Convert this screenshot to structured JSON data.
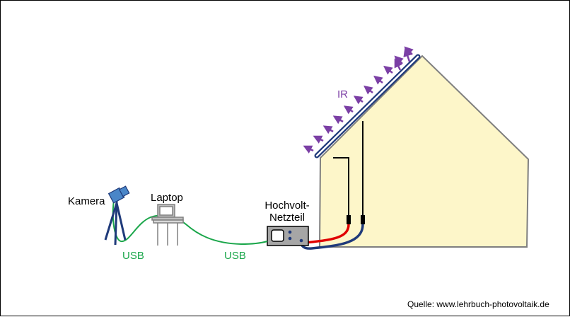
{
  "labels": {
    "camera": "Kamera",
    "laptop": "Laptop",
    "psu_line1": "Hochvolt-",
    "psu_line2": "Netzteil",
    "usb_left": "USB",
    "usb_right": "USB",
    "ir": "IR",
    "source": "Quelle: www.lehrbuch-photovoltaik.de"
  },
  "colors": {
    "house_fill": "#fdf6c9",
    "house_stroke": "#7f7f7f",
    "panel_blue": "#1f3a7a",
    "usb_green": "#1aa64a",
    "ir_purple": "#7b3fa5",
    "cable_red": "#e00000",
    "cable_navy": "#1f3a7a",
    "device_gray": "#a6a6a6",
    "camera_blue": "#4a86c8"
  }
}
